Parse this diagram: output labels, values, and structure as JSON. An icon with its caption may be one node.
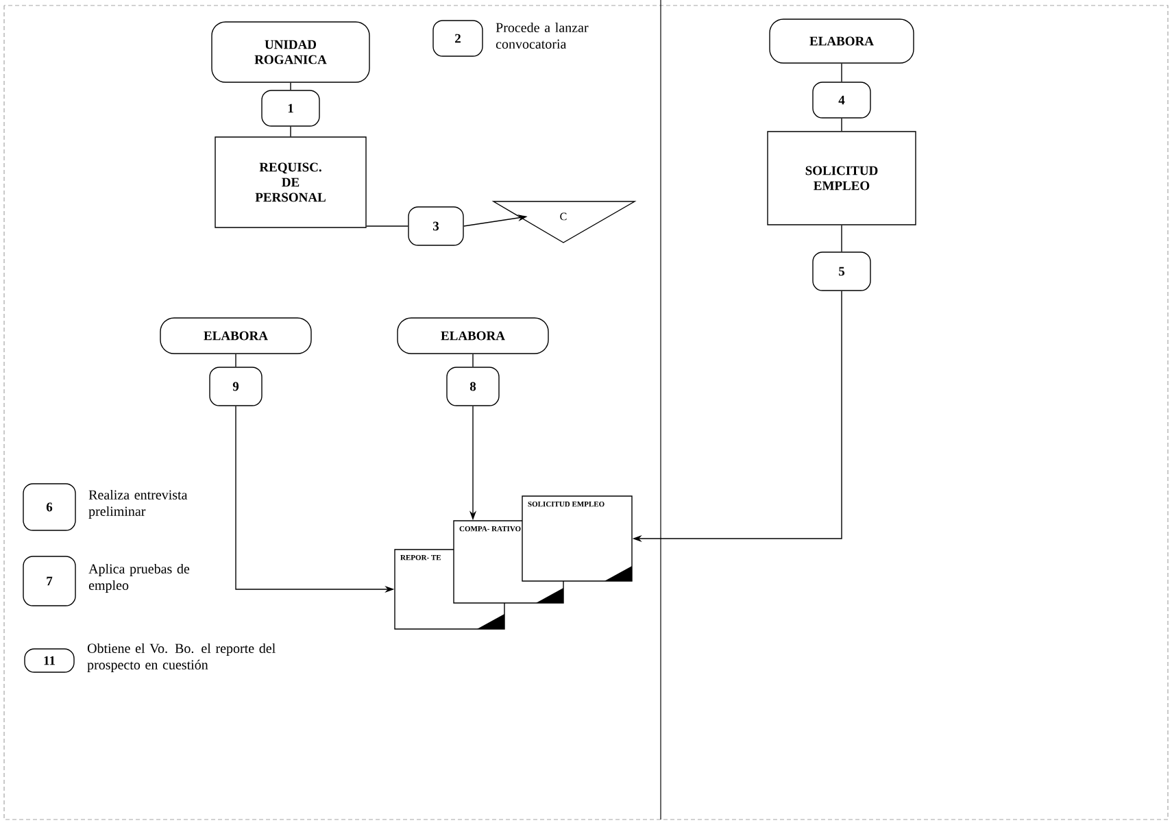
{
  "diagram": {
    "nodes": [
      {
        "text": [
          "UNIDAD ROGANICA"
        ]
      },
      {
        "text": [
          "2"
        ],
        "beside": [
          "Procede a lanzar convocatoria"
        ]
      },
      {
        "text": [
          "ELABORA"
        ]
      },
      {
        "text": [
          "1"
        ]
      },
      {
        "text": [
          "4"
        ]
      },
      {
        "text": [
          "REQUISC. DE PERSONAL"
        ]
      },
      {
        "text": [
          "SOLICITUD EMPLEO"
        ]
      },
      {
        "text": [
          "3"
        ]
      },
      {
        "text": [
          "C"
        ]
      },
      {
        "text": [
          "5"
        ]
      },
      {
        "text": [
          "ELABORA"
        ]
      },
      {
        "text": [
          "ELABORA"
        ]
      },
      {
        "text": [
          "9"
        ]
      },
      {
        "text": [
          "8"
        ]
      },
      {
        "text": [
          "6"
        ],
        "beside": [
          "Realiza entrevista preliminar"
        ]
      },
      {
        "text": [
          "SOLICITUD EMPLEO"
        ]
      },
      {
        "text": [
          "COMPA- RATIVO"
        ]
      },
      {
        "text": [
          "7"
        ],
        "beside": [
          "Aplica pruebas de empleo"
        ]
      },
      {
        "text": [
          "REPOR- TE"
        ]
      },
      {
        "text": [
          "11"
        ],
        "beside": [
          "Obtiene el Vo. Bo. el reporte del prospecto en cuestión"
        ]
      }
    ],
    "edges": [
      {
        "from": 0,
        "to": 3,
        "arrow": "none"
      },
      {
        "from": 3,
        "to": 5,
        "arrow": "none"
      },
      {
        "from": 5,
        "to": 7,
        "arrow": "none"
      },
      {
        "from": 7,
        "to": 8,
        "arrow": "to"
      },
      {
        "from": 2,
        "to": 4,
        "arrow": "none"
      },
      {
        "from": 4,
        "to": 6,
        "arrow": "none"
      },
      {
        "from": 6,
        "to": 9,
        "arrow": "none"
      },
      {
        "from": 9,
        "to": 15,
        "arrow": "to"
      },
      {
        "from": 10,
        "to": 12,
        "arrow": "none"
      },
      {
        "from": 12,
        "to": 18,
        "arrow": "to"
      },
      {
        "from": 11,
        "to": 13,
        "arrow": "none"
      },
      {
        "from": 13,
        "to": 16,
        "arrow": "to"
      }
    ]
  }
}
